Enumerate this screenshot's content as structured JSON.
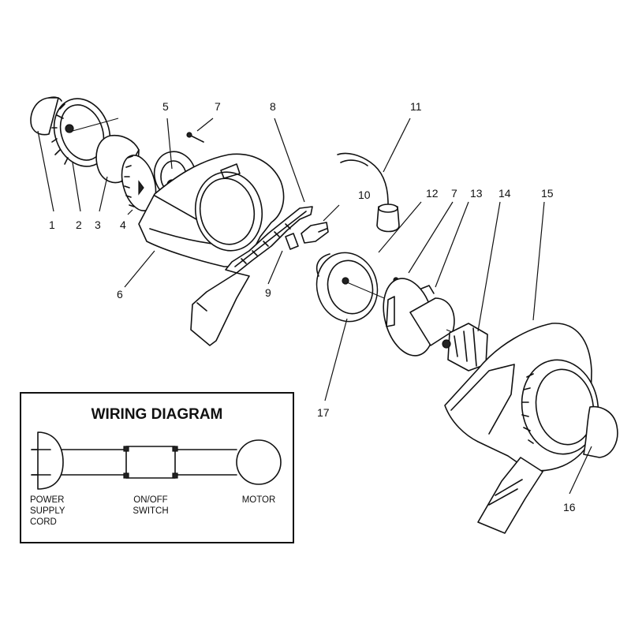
{
  "callouts": {
    "c1": "1",
    "c2": "2",
    "c3": "3",
    "c4": "4",
    "c5": "5",
    "c6": "6",
    "c7a": "7",
    "c7b": "7",
    "c8": "8",
    "c9": "9",
    "c10": "10",
    "c11": "11",
    "c12": "12",
    "c13": "13",
    "c14": "14",
    "c15": "15",
    "c16": "16",
    "c17": "17"
  },
  "wiring": {
    "title": "WIRING DIAGRAM",
    "power_line1": "POWER",
    "power_line2": "SUPPLY",
    "power_line3": "CORD",
    "switch_line1": "ON/OFF",
    "switch_line2": "SWITCH",
    "motor": "MOTOR"
  }
}
